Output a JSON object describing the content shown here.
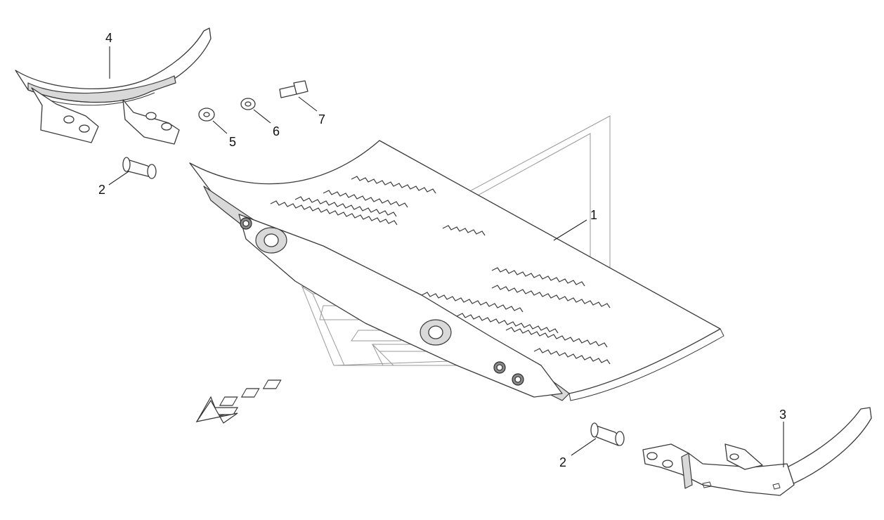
{
  "diagram": {
    "callouts": [
      {
        "id": "c4",
        "label": "4"
      },
      {
        "id": "c5",
        "label": "5"
      },
      {
        "id": "c6",
        "label": "6"
      },
      {
        "id": "c7",
        "label": "7"
      },
      {
        "id": "c2a",
        "label": "2"
      },
      {
        "id": "c1",
        "label": "1"
      },
      {
        "id": "c2b",
        "label": "2"
      },
      {
        "id": "c3",
        "label": "3"
      }
    ],
    "parts": [
      {
        "name": "rasp-bar-concave-section",
        "callout": "1"
      },
      {
        "name": "bushing",
        "callout": "2"
      },
      {
        "name": "right-hanger",
        "callout": "3"
      },
      {
        "name": "left-hanger",
        "callout": "4"
      },
      {
        "name": "flat-washer",
        "callout": "5"
      },
      {
        "name": "lock-washer",
        "callout": "6"
      },
      {
        "name": "bolt",
        "callout": "7"
      }
    ],
    "direction_indicator": "travel-direction-arrow"
  }
}
